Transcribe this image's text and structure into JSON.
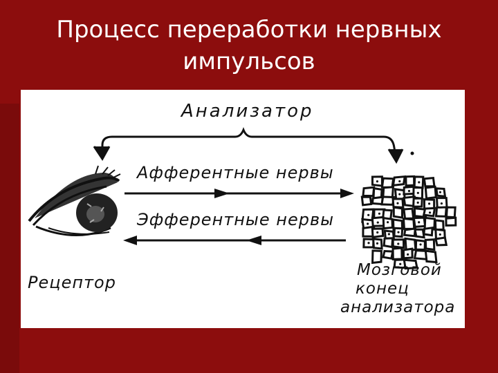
{
  "slide": {
    "title_line1": "Процесс переработки нервных",
    "title_line2": "импульсов",
    "background_color": "#8c0d0d"
  },
  "diagram": {
    "analyzer_label": "Анализатор",
    "afferent_label": "Афферентные нервы",
    "efferent_label": "Эфферентные нервы",
    "receptor_label": "Рецептор",
    "brain_end_label_line1": "Мозговой",
    "brain_end_label_line2": "конец",
    "brain_end_label_line3": "анализатора",
    "icons": [
      "eye-icon",
      "brain-cells-icon"
    ]
  }
}
